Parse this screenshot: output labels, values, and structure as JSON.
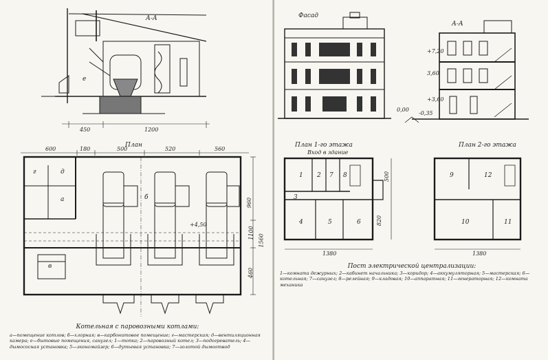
{
  "left": {
    "section_label": "А-А",
    "plan_label": "План",
    "dims": {
      "d450": "450",
      "d1200": "1200",
      "d600": "600",
      "d180": "180",
      "d500": "500",
      "d520": "520",
      "d560": "560",
      "d960": "960",
      "d1100": "1100",
      "d1560": "1560",
      "d460": "460",
      "d450b": "+4,50"
    },
    "room_letters": {
      "a": "а",
      "b": "б",
      "v": "в",
      "g": "г",
      "d": "д",
      "e": "е"
    },
    "caption_title": "Котельная с паровозными котлами:",
    "caption_text": "а—помещение котлов; б—хлорная; в—карбонитовое помещение; г—мастерская; д—вентиляционная камера; е—бытовые помещения, санузел; 1—топка; 2—паровозный котел; 3—подогреватель; 4—дымососная установка; 5—экономайзер; 6—дутьевая установка; 7—золотой дымоотвод"
  },
  "right": {
    "facade_label": "Фасад",
    "section_label": "А-А",
    "plan1_label": "План 1-го этажа",
    "plan1_sub": "Вход в здание",
    "plan2_label": "План 2-го этажа",
    "levels": {
      "l1": "+7,20",
      "l2": "3,60",
      "l3": "0,00",
      "l4": "-0,35",
      "l5": "+3,60"
    },
    "dims": {
      "p1w": "1380",
      "p1h": "820",
      "p1s": "500",
      "p2w": "1380"
    },
    "room_numbers": [
      "1",
      "2",
      "3",
      "4",
      "5",
      "6",
      "7",
      "8",
      "9",
      "10",
      "11",
      "12"
    ],
    "caption_title": "Пост электрической централизации:",
    "caption_text": "1—комната дежурных; 2—кабинет начальника; 3—коридор; 4—аккумуляторная; 5—мастерская; 6—котельная; 7—санузел; 8—релейная; 9—кладовая; 10—аппаратная; 11—генераторная; 12—комната механика"
  }
}
